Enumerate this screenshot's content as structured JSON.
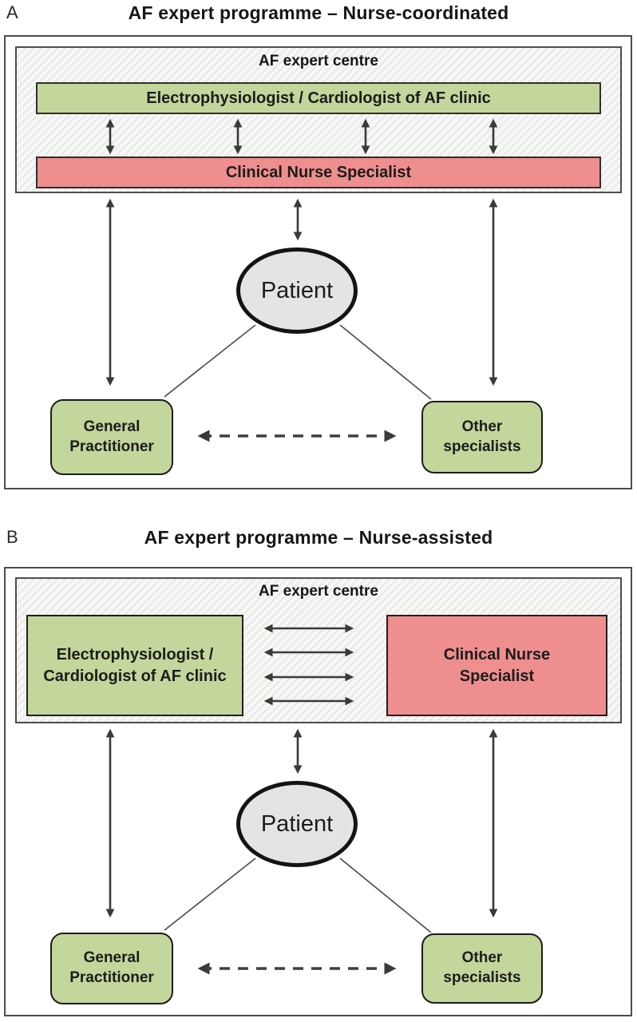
{
  "colors": {
    "box_green": "#c3d69b",
    "box_pink": "#ee8e8e",
    "patient_gray": "#e4e4e2",
    "hatch_background": "#f7f7f5",
    "hatch_line": "#eaeae8",
    "border_dark": "#4d4d4d",
    "arrow": "#3a3a3a",
    "text": "#1c1c1c"
  },
  "panel_a": {
    "label": "A",
    "title": "AF expert programme – Nurse-coordinated",
    "centre_title": "AF expert centre",
    "specialist_box": "Electrophysiologist / Cardiologist of AF clinic",
    "nurse_box": "Clinical Nurse Specialist",
    "patient": "Patient",
    "gp_box": "General Practitioner",
    "other_box": "Other specialists"
  },
  "panel_b": {
    "label": "B",
    "title": "AF expert programme – Nurse-assisted",
    "centre_title": "AF expert centre",
    "specialist_box": "Electrophysiologist / Cardiologist of AF clinic",
    "nurse_box": "Clinical Nurse Specialist",
    "patient": "Patient",
    "gp_box": "General Practitioner",
    "other_box": "Other specialists"
  }
}
